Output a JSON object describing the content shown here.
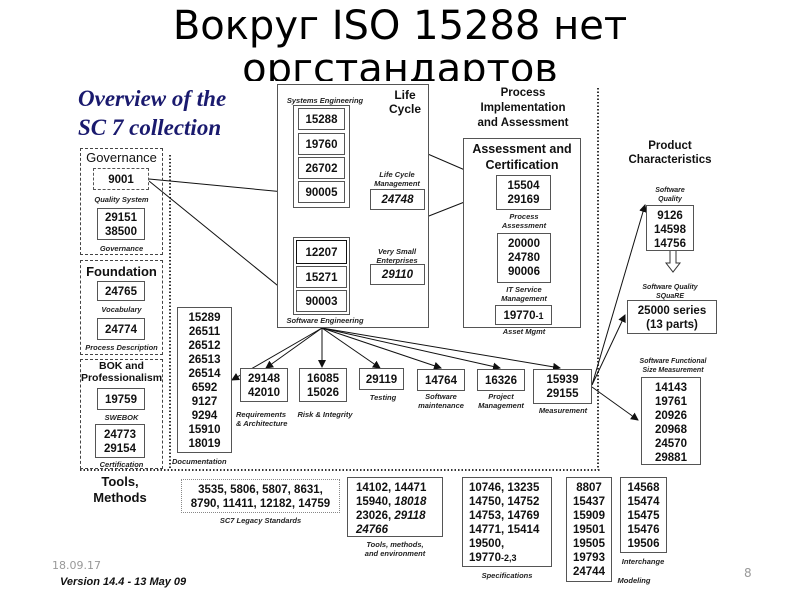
{
  "slide": {
    "title_line1": "Вокруг ISO 15288 нет",
    "title_line2": "оргстандартов",
    "footer_date": "18.09.17",
    "page_number": "8"
  },
  "diagram": {
    "heading_line1": "Overview of the",
    "heading_line2": "SC 7 collection",
    "version": "Version 14.4 - 13 May 09",
    "governance": {
      "title": "Governance",
      "quality_system": {
        "numbers": [
          "9001"
        ],
        "caption": "Quality System"
      },
      "governance_box": {
        "numbers": [
          "29151",
          "38500"
        ],
        "caption": "Governance"
      }
    },
    "foundation": {
      "title": "Foundation",
      "vocabulary": {
        "numbers": [
          "24765"
        ],
        "caption": "Vocabulary"
      },
      "process_description": {
        "numbers": [
          "24774"
        ],
        "caption": "Process Description"
      }
    },
    "bok": {
      "title_line1": "BOK and",
      "title_line2": "Professionalism",
      "swebok": {
        "numbers": [
          "19759"
        ],
        "caption": "SWEBOK"
      },
      "certification": {
        "numbers": [
          "24773",
          "29154"
        ],
        "caption": "Certification"
      }
    },
    "life_cycle": {
      "title_line1": "Life",
      "title_line2": "Cycle",
      "systems_engineering": {
        "caption": "Systems Engineering",
        "numbers": [
          "15288",
          "19760",
          "26702",
          "90005"
        ]
      },
      "software_engineering": {
        "caption": "Software Engineering",
        "numbers": [
          "12207",
          "15271",
          "90003"
        ]
      },
      "lcm": {
        "caption_line1": "Life Cycle",
        "caption_line2": "Management",
        "number": "24748"
      },
      "vse": {
        "caption_line1": "Very Small",
        "caption_line2": "Enterprises",
        "number": "29110"
      }
    },
    "process_impl": {
      "title_line1": "Process",
      "title_line2": "Implementation",
      "title_line3": "and Assessment",
      "assessment_title_line1": "Assessment and",
      "assessment_title_line2": "Certification",
      "process_assessment": {
        "numbers": [
          "15504",
          "29169"
        ],
        "caption_line1": "Process",
        "caption_line2": "Assessment"
      },
      "it_service": {
        "numbers": [
          "20000",
          "24780",
          "90006"
        ],
        "caption_line1": "IT Service",
        "caption_line2": "Management"
      },
      "asset": {
        "number": "19770",
        "suffix": "-1",
        "caption": "Asset Mgmt"
      }
    },
    "product": {
      "title_line1": "Product",
      "title_line2": "Characteristics",
      "sw_quality": {
        "caption_line1": "Software",
        "caption_line2": "Quality",
        "numbers": [
          "9126",
          "14598",
          "14756"
        ]
      },
      "square": {
        "caption_line1": "Software Quality",
        "caption_line2": "SQuaRE",
        "line1": "25000 series",
        "line2": "(13 parts)"
      },
      "fsm": {
        "caption_line1": "Software Functional",
        "caption_line2": "Size Measurement",
        "numbers": [
          "14143",
          "19761",
          "20926",
          "20968",
          "24570",
          "29881"
        ]
      }
    },
    "documentation": {
      "numbers": [
        "15289",
        "26511",
        "26512",
        "26513",
        "26514",
        "6592",
        "9127",
        "9294",
        "15910",
        "18019"
      ],
      "caption": "Documentation"
    },
    "se_children": [
      {
        "numbers": [
          "29148",
          "42010"
        ],
        "caption_line1": "Requirements",
        "caption_line2": "& Architecture"
      },
      {
        "numbers": [
          "16085",
          "15026"
        ],
        "caption_line1": "Risk & Integrity",
        "caption_line2": ""
      },
      {
        "numbers": [
          "29119"
        ],
        "caption_line1": "Testing",
        "caption_line2": ""
      },
      {
        "numbers": [
          "14764"
        ],
        "caption_line1": "Software",
        "caption_line2": "maintenance"
      },
      {
        "numbers": [
          "16326"
        ],
        "caption_line1": "Project",
        "caption_line2": "Management"
      },
      {
        "numbers": [
          "15939",
          "29155"
        ],
        "caption_line1": "Measurement",
        "caption_line2": ""
      }
    ],
    "tools": {
      "title_line1": "Tools,",
      "title_line2": "Methods",
      "legacy": {
        "line1": "3535, 5806, 5807, 8631,",
        "line2": "8790, 11411, 12182, 14759",
        "caption": "SC7 Legacy Standards"
      },
      "tme": {
        "line1": "14102, 14471",
        "line2a": "15940, ",
        "line2b": "18018",
        "line3a": "23026, ",
        "line3b": "29118",
        "line4": "24766",
        "caption_line1": "Tools, methods,",
        "caption_line2": "and environment"
      },
      "specs": {
        "lines": [
          "10746, 13235",
          "14750, 14752",
          "14753, 14769",
          "14771, 15414",
          "19500,"
        ],
        "last": "19770",
        "last_suffix": "-2,3",
        "caption": "Specifications"
      },
      "modeling": {
        "numbers": [
          "8807",
          "15437",
          "15909",
          "19501",
          "19505",
          "19793",
          "24744"
        ],
        "caption": "Modeling"
      },
      "interchange": {
        "numbers": [
          "14568",
          "15474",
          "15475",
          "15476",
          "19506"
        ],
        "caption": "Interchange"
      }
    }
  }
}
